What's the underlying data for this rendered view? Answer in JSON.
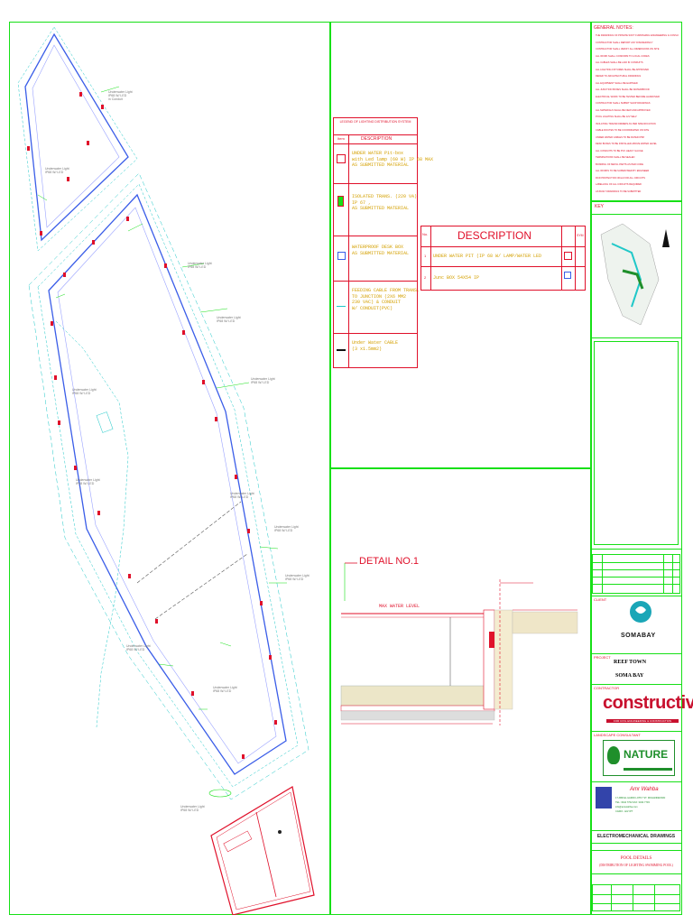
{
  "legend_small": {
    "title": "LEGEND OF LIGHTING DISTRIBUTION SYSTEM",
    "col_no": "Item",
    "col_desc": "DESCRIPTION",
    "rows": [
      {
        "text": "UNDER WATER Pit-box\nwith Led lamp (60 W) IP 68 MAX\nAS SUBMITTED MATERIAL"
      },
      {
        "text": "ISOLATED TRANS. (220 VA)\nIP 67 ,\nAS SUBMITTED MATERIAL"
      },
      {
        "text": "WATERPROOF DESK BOX\nAS SUBMITTED MATERIAL"
      },
      {
        "text": "FEEDING CABLE FROM TRANS.\nTO JUNCTION (2X6 MM2\n230 VAC) & CONDUIT\nW/ CONDUIT(PVC)"
      },
      {
        "text": "Under Water CABLE\n(3 x1.5mm2)"
      }
    ]
  },
  "legend_large": {
    "col_no": "No.",
    "col_desc": "DESCRIPTION",
    "col_sym": "SYM",
    "rows": [
      {
        "no": "1",
        "text": "UNDER WATER PIT (IP 68 W/ LAMP/WATER LED"
      },
      {
        "no": "2",
        "text": "Junc BOX 54X54 IP"
      }
    ]
  },
  "detail": {
    "title": "DETAIL NO.1",
    "max_water": "MAX WATER LEVEL"
  },
  "title_block": {
    "general_notes_title": "GENERAL NOTES:",
    "general_notes": [
      "THE DRAWINGS OF PRIVATE SOFT FURNISHING ENGINEERING & CONSULTING",
      "CONTRACTOR SHALL REPORT ANY DISCREPANCY",
      "CONTRACTOR SHALL VERIFY ALL DIMENSIONS ON SITE",
      "ALL WORK SHALL CONFORM TO LOCAL CODES",
      "ALL CABLES SHALL BE LAID IN CONDUITS",
      "ALL LIGHTING FIXTURES SHALL BE APPROVED",
      "REFER TO ARCHITECTURAL DRAWINGS",
      "ALL EQUIPMENT SHALL BE EARTHED",
      "ALL JUNCTION BOXES SHALL BE WATERPROOF",
      "ELECTRICAL WORK TO BE TESTED BEFORE HANDOVER",
      "CONTRACTOR SHALL SUBMIT SHOP DRAWINGS",
      "ALL MATERIALS SHALL BE NEW AND APPROVED",
      "POOL LIGHTING SHALL BE 12V SELV",
      "ISOLATING TRANSFORMERS AS PER SPECIFICATION",
      "CABLE ROUTES TO BE COORDINATED ON SITE",
      "UNDER WATER CABLES TO BE RATED IP68",
      "DESK BOXES TO BE INSTALLED ABOVE WATER LEVEL",
      "ALL CONDUITS TO BE PVC HEAVY GAUGE",
      "TERMINATIONS SHALL BE SEALED",
      "BONDING OF METAL PARTS AS PER CODE",
      "ALL WORKS TO BE SUPERVISED BY ENGINEER",
      "RCD PROTECTION 30mA FOR ALL CIRCUITS",
      "LABELLING OF ALL CIRCUITS REQUIRED",
      "AS BUILT DRAWINGS TO BE SUBMITTED"
    ],
    "key_label": "KEY",
    "client_label": "CLIENT",
    "client_name": "SOMABAY",
    "project_label": "PROJECT",
    "project_lines": [
      "REEF TOWN",
      "SOMA BAY"
    ],
    "contractor_label": "CONTRACTOR",
    "contractor_name": "constructive",
    "contractor_tagline": "FOR CIVIL ENGINEERING & CONSTRUCTION",
    "landscape_label": "LANDSCAPE CONSULTANT",
    "landscape_name": "NATURE",
    "consultant_name": "Amr Wahba",
    "consultant_lines": [
      "17 ABD EL HAMID LOTFY ST. MOHANDESSIN",
      "TEL: 3344 7702  FAX: 3344 7703",
      "info@amrwahba.com",
      "CAIRO - EGYPT"
    ],
    "discipline": "ELECTROMECHANICAL DRAWINGS",
    "drawing_title": "POOL DETAILS",
    "drawing_subtitle": "(DISTRIBUTION OF LIGHTING SWIMMING POOL)"
  },
  "colors": {
    "frame": "#16e016",
    "accent_red": "#e0102a",
    "pool_blue": "#3a5de8",
    "somabay_teal": "#1aa6b7",
    "constructive_red": "#c8102e",
    "nature_green": "#1f8f2b"
  }
}
